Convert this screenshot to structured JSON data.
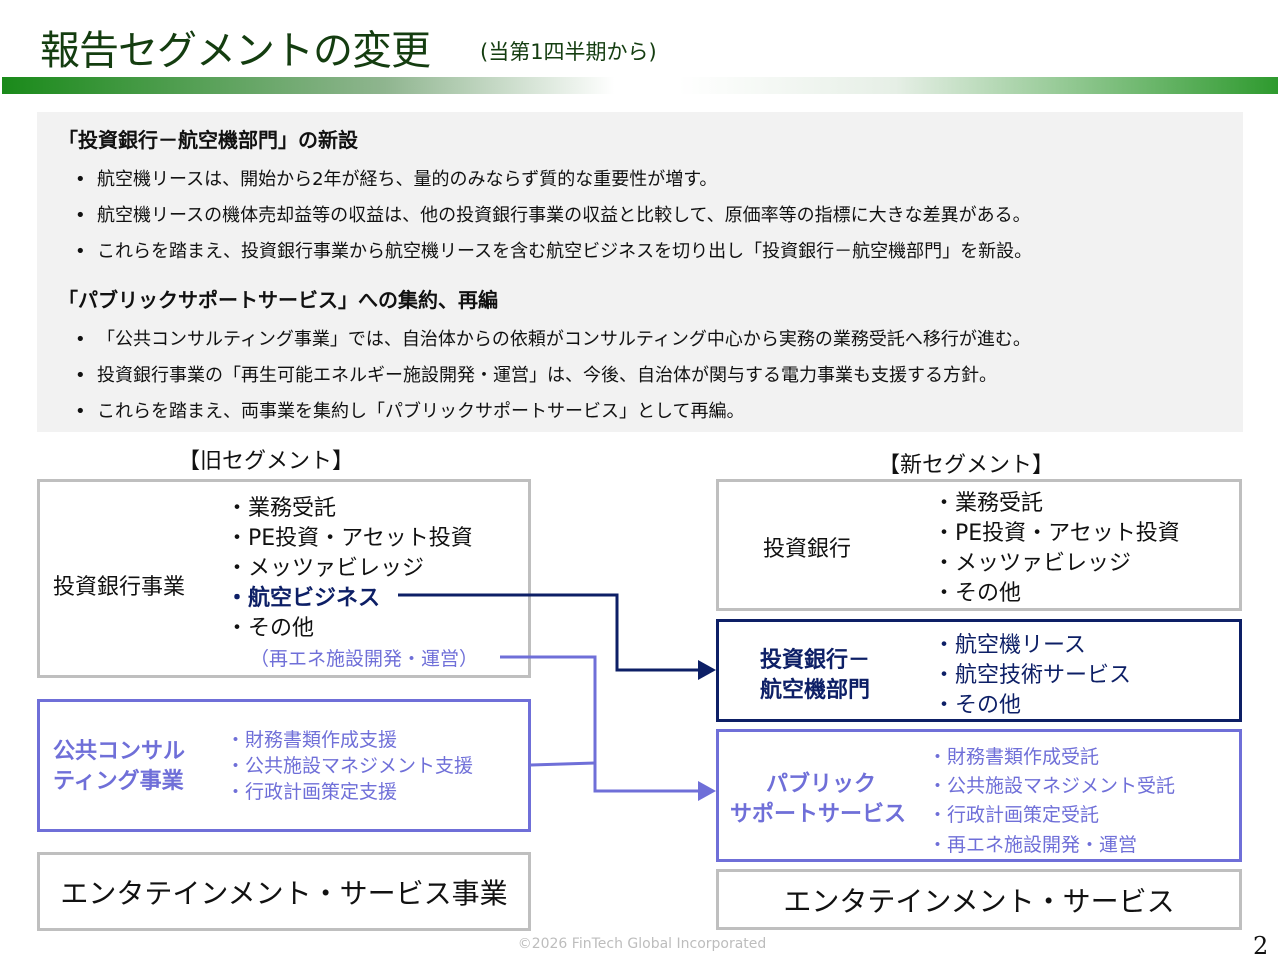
{
  "header": {
    "title": "報告セグメントの変更",
    "subtitle": "(当第1四半期から)"
  },
  "panel": {
    "section1": {
      "heading": "「投資銀行－航空機部門」の新設",
      "bullets": [
        "航空機リースは、開始から2年が経ち、量的のみならず質的な重要性が増す。",
        "航空機リースの機体売却益等の収益は、他の投資銀行事業の収益と比較して、原価率等の指標に大きな差異がある。",
        "これらを踏まえ、投資銀行事業から航空機リースを含む航空ビジネスを切り出し「投資銀行－航空機部門」を新設。"
      ]
    },
    "section2": {
      "heading": "「パブリックサポートサービス」への集約、再編",
      "bullets": [
        "「公共コンサルティング事業」では、自治体からの依頼がコンサルティング中心から実務の業務受託へ移行が進む。",
        "投資銀行事業の「再生可能エネルギー施設開発・運営」は、今後、自治体が関与する電力事業も支援する方針。",
        "これらを踏まえ、両事業を集約し「パブリックサポートサービス」として再編。"
      ]
    },
    "bullet_mark": "•"
  },
  "old": {
    "label": "【旧セグメント】",
    "ib": {
      "name": "投資銀行事業",
      "items": [
        "・業務受託",
        "・PE投資・アセット投資",
        "・メッツァビレッジ",
        "・航空ビジネス",
        "・その他"
      ],
      "sub": "（再エネ施設開発・運営）"
    },
    "pc": {
      "name_line1": "公共コンサル",
      "name_line2": "ティング事業",
      "items": [
        "・財務書類作成支援",
        "・公共施設マネジメント支援",
        "・行政計画策定支援"
      ]
    },
    "ent": {
      "name": "エンタテインメント・サービス事業"
    }
  },
  "new": {
    "label": "【新セグメント】",
    "ib": {
      "name": "投資銀行",
      "items": [
        "・業務受託",
        "・PE投資・アセット投資",
        "・メッツァビレッジ",
        "・その他"
      ]
    },
    "air": {
      "name_line1": "投資銀行－",
      "name_line2": "航空機部門",
      "items": [
        "・航空機リース",
        "・航空技術サービス",
        "・その他"
      ]
    },
    "pss": {
      "name_line1": "パブリック",
      "name_line2": "サポートサービス",
      "items": [
        "・財務書類作成受託",
        "・公共施設マネジメント受託",
        "・行政計画策定受託",
        "・再エネ施設開発・運営"
      ]
    },
    "ent": {
      "name": "エンタテインメント・サービス"
    }
  },
  "footer": {
    "copyright": "©2026 FinTech Global Incorporated",
    "page": "2"
  },
  "colors": {
    "title": "#143d10",
    "navy": "#0d1f66",
    "purple": "#6f6fd8",
    "gray_border": "#bfbfbf"
  }
}
